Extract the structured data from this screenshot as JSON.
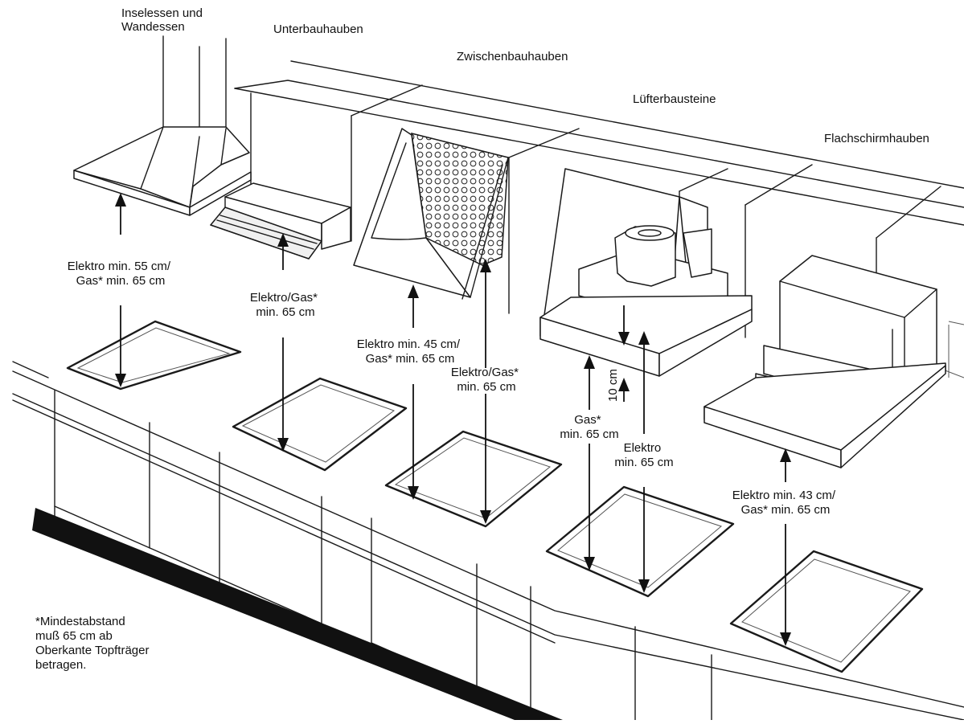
{
  "diagram": {
    "labels": {
      "inselessen": [
        "Inselessen und",
        "Wandessen"
      ],
      "unterbau": [
        "Unterbauhauben"
      ],
      "zwischenbau": [
        "Zwischenbauhauben"
      ],
      "luefter": [
        "Lüfterbausteine"
      ],
      "flachschirm": [
        "Flachschirmhauben"
      ]
    },
    "measurements": {
      "inselessen": [
        "Elektro min. 55 cm/",
        "Gas* min. 65 cm"
      ],
      "unterbau": [
        "Elektro/Gas*",
        "min. 65 cm"
      ],
      "zwischenbau_left": [
        "Elektro min. 45 cm/",
        "Gas* min. 65 cm"
      ],
      "zwischenbau_right": [
        "Elektro/Gas*",
        "min. 65 cm"
      ],
      "luefter_gas": [
        "Gas*",
        "min. 65 cm"
      ],
      "luefter_elektro": [
        "Elektro",
        "min. 65 cm"
      ],
      "luefter_gap": [
        "10 cm"
      ],
      "flachschirm": [
        "Elektro min. 43 cm/",
        "Gas* min. 65 cm"
      ]
    },
    "footnote": [
      "*Mindestabstand",
      "muß 65 cm ab",
      "Oberkante Topfträger",
      "betragen."
    ]
  }
}
